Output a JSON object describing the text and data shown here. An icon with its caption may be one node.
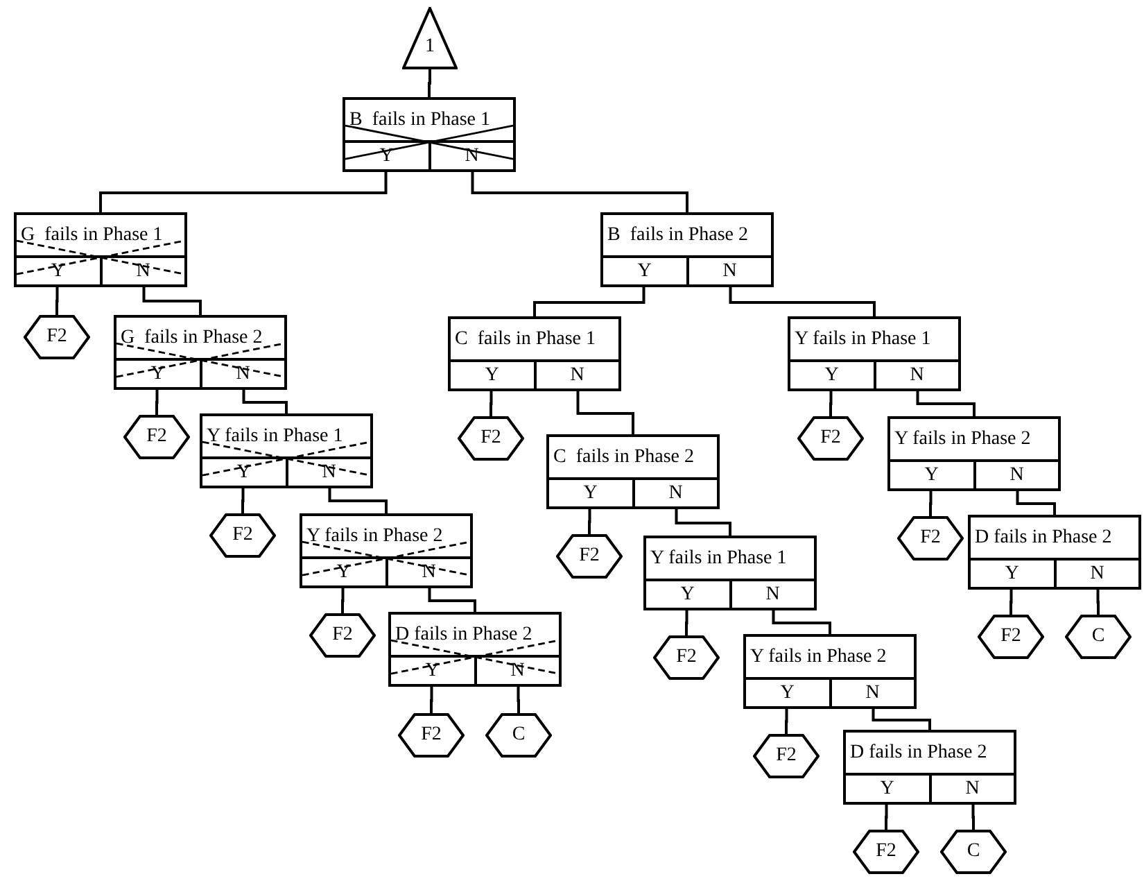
{
  "diagram": {
    "nodes": [
      {
        "text": [
          "1"
        ]
      },
      {
        "text": [
          "B  fails in Phase 1",
          "Y",
          "N"
        ]
      },
      {
        "text": [
          "G  fails in Phase 1",
          "Y",
          "N"
        ]
      },
      {
        "text": [
          "F2"
        ]
      },
      {
        "text": [
          "G  fails in Phase 2",
          "Y",
          "N"
        ]
      },
      {
        "text": [
          "F2"
        ]
      },
      {
        "text": [
          "Y fails in Phase 1",
          "Y",
          "N"
        ]
      },
      {
        "text": [
          "F2"
        ]
      },
      {
        "text": [
          "Y fails in Phase 2",
          "Y",
          "N"
        ]
      },
      {
        "text": [
          "F2"
        ]
      },
      {
        "text": [
          "D fails in Phase 2",
          "Y",
          "N"
        ]
      },
      {
        "text": [
          "F2"
        ]
      },
      {
        "text": [
          "C"
        ]
      },
      {
        "text": [
          "B  fails in Phase 2",
          "Y",
          "N"
        ]
      },
      {
        "text": [
          "C  fails in Phase 1",
          "Y",
          "N"
        ]
      },
      {
        "text": [
          "F2"
        ]
      },
      {
        "text": [
          "Y fails in Phase 1",
          "Y",
          "N"
        ]
      },
      {
        "text": [
          "F2"
        ]
      },
      {
        "text": [
          "C  fails in Phase 2",
          "Y",
          "N"
        ]
      },
      {
        "text": [
          "F2"
        ]
      },
      {
        "text": [
          "Y fails in Phase 2",
          "Y",
          "N"
        ]
      },
      {
        "text": [
          "F2"
        ]
      },
      {
        "text": [
          "Y fails in Phase 1",
          "Y",
          "N"
        ]
      },
      {
        "text": [
          "F2"
        ]
      },
      {
        "text": [
          "D fails in Phase 2",
          "Y",
          "N"
        ]
      },
      {
        "text": [
          "F2"
        ]
      },
      {
        "text": [
          "C"
        ]
      },
      {
        "text": [
          "Y fails in Phase 2",
          "Y",
          "N"
        ]
      },
      {
        "text": [
          "F2"
        ]
      },
      {
        "text": [
          "D fails in Phase 2",
          "Y",
          "N"
        ]
      },
      {
        "text": [
          "F2"
        ]
      },
      {
        "text": [
          "C"
        ]
      }
    ],
    "edges": [
      {
        "from": 0,
        "to": 1,
        "arrow": "none"
      },
      {
        "from": 1,
        "to": 2,
        "arrow": "none"
      },
      {
        "from": 1,
        "to": 13,
        "arrow": "none"
      },
      {
        "from": 2,
        "to": 3,
        "arrow": "none"
      },
      {
        "from": 2,
        "to": 4,
        "arrow": "none"
      },
      {
        "from": 4,
        "to": 5,
        "arrow": "none"
      },
      {
        "from": 4,
        "to": 6,
        "arrow": "none"
      },
      {
        "from": 6,
        "to": 7,
        "arrow": "none"
      },
      {
        "from": 6,
        "to": 8,
        "arrow": "none"
      },
      {
        "from": 8,
        "to": 9,
        "arrow": "none"
      },
      {
        "from": 8,
        "to": 10,
        "arrow": "none"
      },
      {
        "from": 10,
        "to": 11,
        "arrow": "none"
      },
      {
        "from": 10,
        "to": 12,
        "arrow": "none"
      },
      {
        "from": 13,
        "to": 14,
        "arrow": "none"
      },
      {
        "from": 13,
        "to": 16,
        "arrow": "none"
      },
      {
        "from": 14,
        "to": 15,
        "arrow": "none"
      },
      {
        "from": 14,
        "to": 18,
        "arrow": "none"
      },
      {
        "from": 18,
        "to": 19,
        "arrow": "none"
      },
      {
        "from": 18,
        "to": 22,
        "arrow": "none"
      },
      {
        "from": 22,
        "to": 23,
        "arrow": "none"
      },
      {
        "from": 22,
        "to": 27,
        "arrow": "none"
      },
      {
        "from": 27,
        "to": 28,
        "arrow": "none"
      },
      {
        "from": 27,
        "to": 29,
        "arrow": "none"
      },
      {
        "from": 29,
        "to": 30,
        "arrow": "none"
      },
      {
        "from": 29,
        "to": 31,
        "arrow": "none"
      },
      {
        "from": 16,
        "to": 17,
        "arrow": "none"
      },
      {
        "from": 16,
        "to": 20,
        "arrow": "none"
      },
      {
        "from": 20,
        "to": 21,
        "arrow": "none"
      },
      {
        "from": 20,
        "to": 24,
        "arrow": "none"
      },
      {
        "from": 24,
        "to": 25,
        "arrow": "none"
      },
      {
        "from": 24,
        "to": 26,
        "arrow": "none"
      }
    ]
  }
}
